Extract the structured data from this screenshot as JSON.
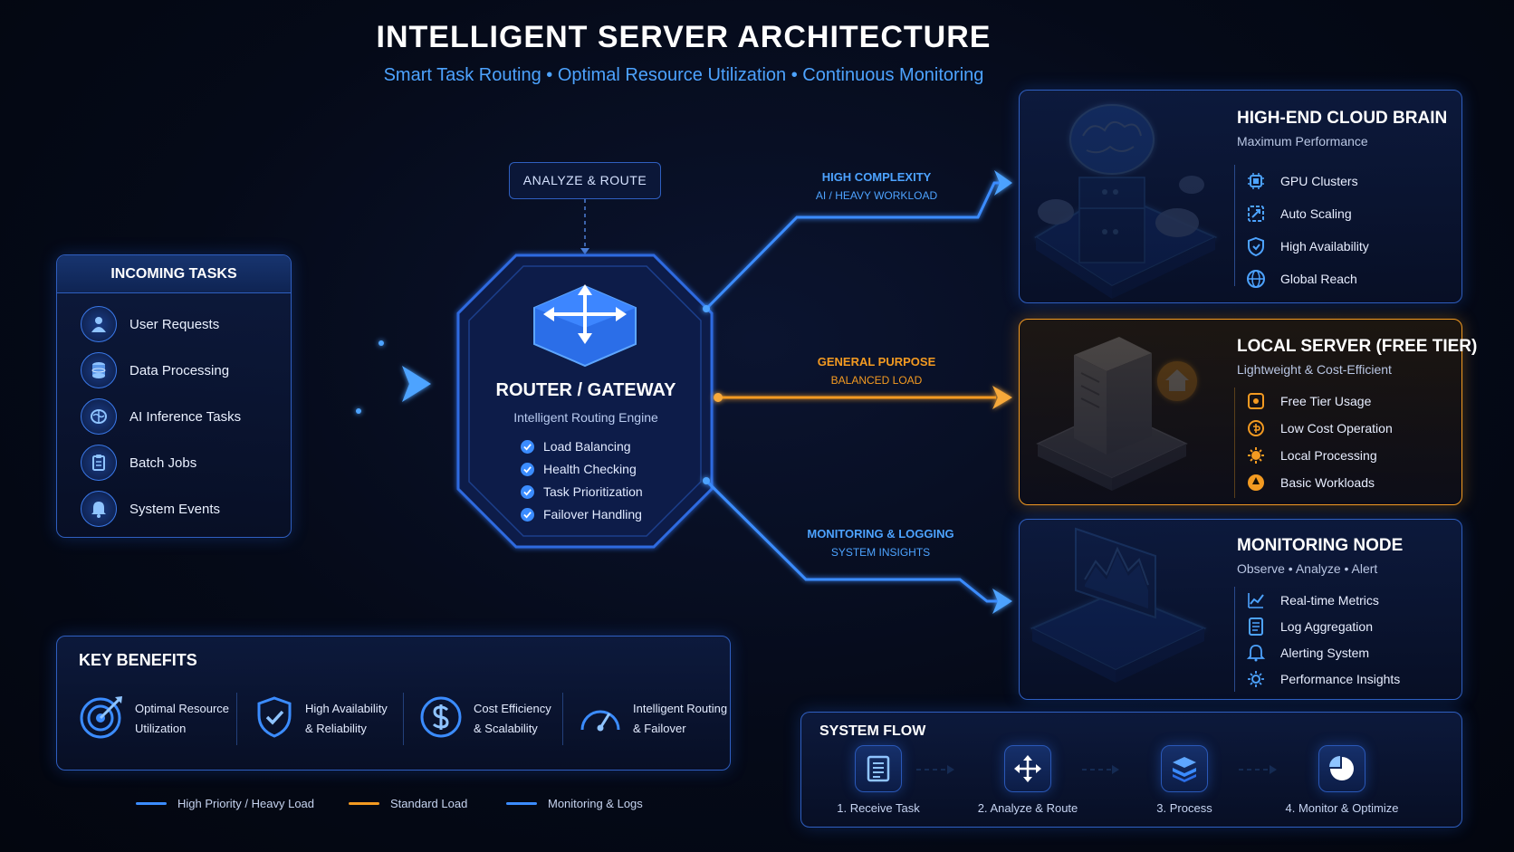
{
  "header": {
    "title": "INTELLIGENT SERVER ARCHITECTURE",
    "subtitle": "Smart Task Routing • Optimal Resource Utilization • Continuous Monitoring"
  },
  "incoming": {
    "title": "INCOMING TASKS",
    "items": [
      {
        "label": "User Requests",
        "icon": "user-icon"
      },
      {
        "label": "Data Processing",
        "icon": "database-icon"
      },
      {
        "label": "AI Inference Tasks",
        "icon": "brain-icon"
      },
      {
        "label": "Batch Jobs",
        "icon": "clipboard-icon"
      },
      {
        "label": "System Events",
        "icon": "bell-icon"
      }
    ]
  },
  "router": {
    "tag": "ANALYZE & ROUTE",
    "title": "ROUTER / GATEWAY",
    "subtitle": "Intelligent Routing Engine",
    "features": [
      "Load Balancing",
      "Health Checking",
      "Task Prioritization",
      "Failover Handling"
    ]
  },
  "flows": {
    "high": {
      "primary": "HIGH COMPLEXITY",
      "secondary": "AI / HEAVY WORKLOAD"
    },
    "general": {
      "primary": "GENERAL PURPOSE",
      "secondary": "BALANCED LOAD"
    },
    "monitor": {
      "primary": "MONITORING & LOGGING",
      "secondary": "SYSTEM INSIGHTS"
    }
  },
  "cloud": {
    "title": "HIGH-END CLOUD BRAIN",
    "subtitle": "Maximum Performance",
    "items": [
      "GPU Clusters",
      "Auto Scaling",
      "High Availability",
      "Global Reach"
    ]
  },
  "local": {
    "title": "LOCAL SERVER (FREE TIER)",
    "subtitle": "Lightweight & Cost-Efficient",
    "items": [
      "Free Tier Usage",
      "Low Cost Operation",
      "Local Processing",
      "Basic Workloads"
    ]
  },
  "monitor": {
    "title": "MONITORING NODE",
    "subtitle": "Observe • Analyze • Alert",
    "items": [
      "Real-time Metrics",
      "Log Aggregation",
      "Alerting System",
      "Performance Insights"
    ]
  },
  "benefits": {
    "title": "KEY BENEFITS",
    "items": [
      {
        "line1": "Optimal Resource",
        "line2": "Utilization",
        "icon": "target-icon"
      },
      {
        "line1": "High Availability",
        "line2": "& Reliability",
        "icon": "shield-check-icon"
      },
      {
        "line1": "Cost Efficiency",
        "line2": "& Scalability",
        "icon": "dollar-icon"
      },
      {
        "line1": "Intelligent Routing",
        "line2": "& Failover",
        "icon": "gauge-icon"
      }
    ]
  },
  "legend": [
    {
      "label": "High Priority / Heavy Load",
      "color": "#3b8cff"
    },
    {
      "label": "Standard Load",
      "color": "#f39a21"
    },
    {
      "label": "Monitoring & Logs",
      "color": "#3b8cff"
    }
  ],
  "system_flow": {
    "title": "SYSTEM FLOW",
    "steps": [
      {
        "label": "1. Receive Task",
        "icon": "document-icon"
      },
      {
        "label": "2. Analyze & Route",
        "icon": "move-arrows-icon"
      },
      {
        "label": "3. Process",
        "icon": "layers-icon"
      },
      {
        "label": "4. Monitor & Optimize",
        "icon": "pie-chart-icon"
      }
    ]
  },
  "colors": {
    "blue": "#3b8cff",
    "orange": "#f39a21",
    "background": "#050a18"
  }
}
